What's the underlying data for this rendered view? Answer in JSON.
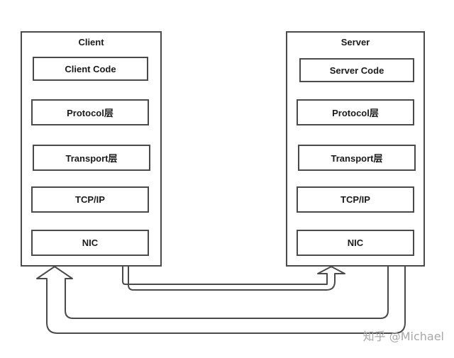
{
  "client": {
    "title": "Client",
    "layers": [
      "Client Code",
      "Protocol层",
      "Transport层",
      "TCP/IP",
      "NIC"
    ]
  },
  "server": {
    "title": "Server",
    "layers": [
      "Server Code",
      "Protocol层",
      "Transport层",
      "TCP/IP",
      "NIC"
    ]
  },
  "watermark": "知乎 @Michael"
}
